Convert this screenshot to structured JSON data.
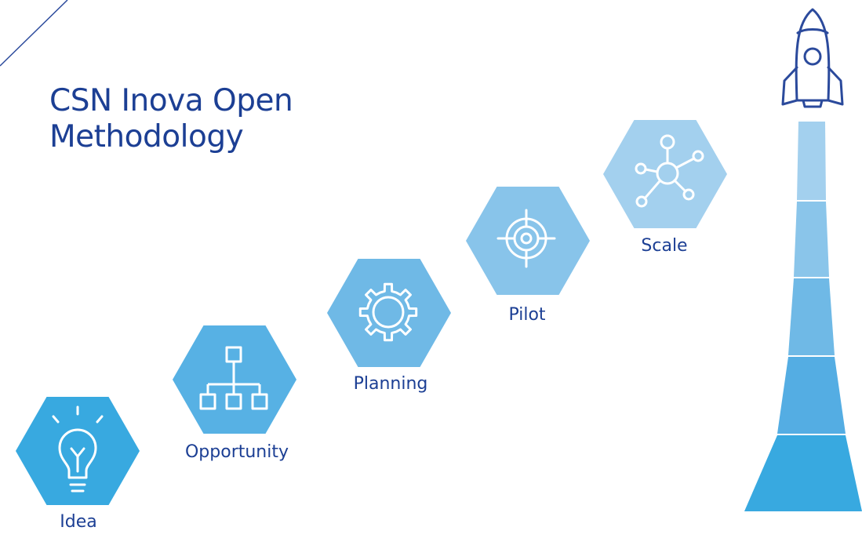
{
  "title": {
    "line1": "CSN Inova Open",
    "line2": "Methodology"
  },
  "stages": [
    {
      "label": "Idea",
      "icon": "lightbulb-icon",
      "color": "#38a9e0"
    },
    {
      "label": "Opportunity",
      "icon": "org-chart-icon",
      "color": "#57b1e4"
    },
    {
      "label": "Planning",
      "icon": "gear-icon",
      "color": "#6fb9e6"
    },
    {
      "label": "Pilot",
      "icon": "target-icon",
      "color": "#88c4ea"
    },
    {
      "label": "Scale",
      "icon": "network-icon",
      "color": "#a3d0ee"
    }
  ],
  "colors": {
    "title": "#1c3f94",
    "icon_stroke": "#ffffff",
    "rocket_outline": "#2b4a9c"
  }
}
